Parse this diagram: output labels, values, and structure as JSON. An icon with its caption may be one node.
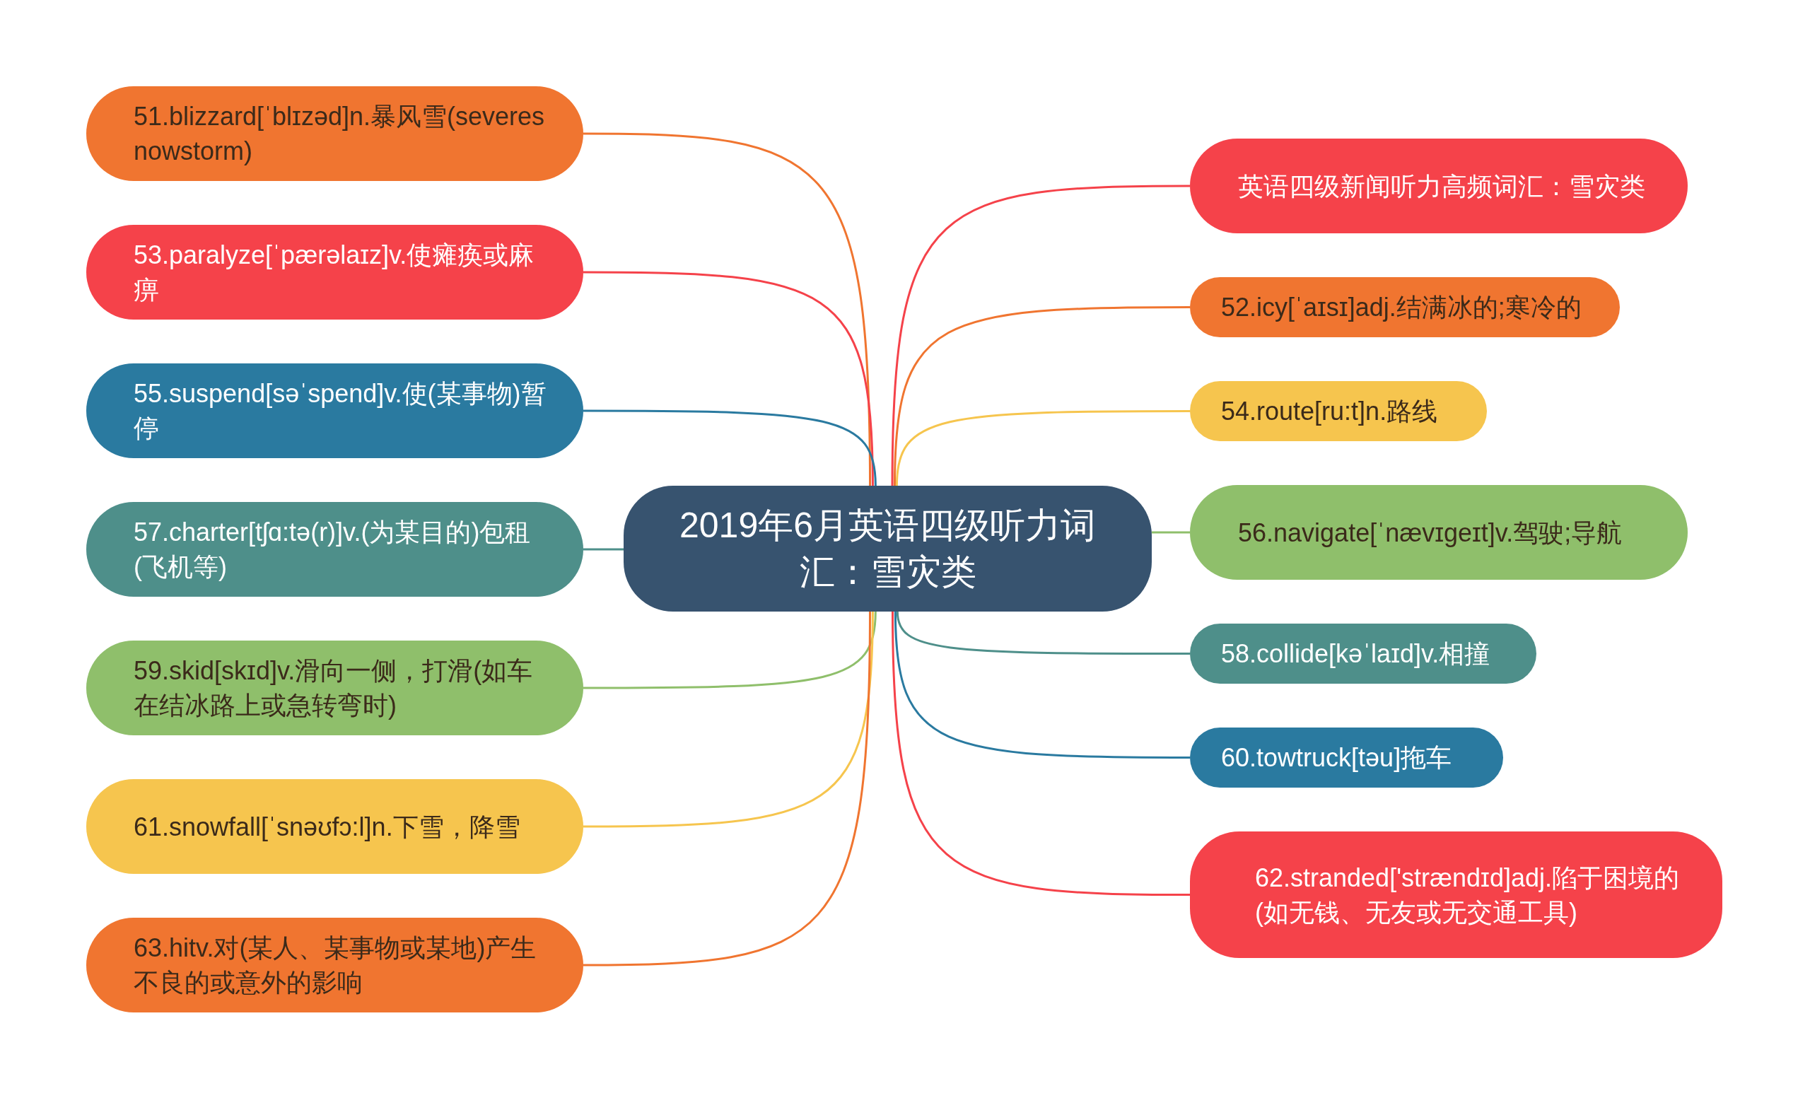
{
  "diagram": {
    "nodes": [
      {
        "text": [
          "2019年6月英语四级听力词汇：雪灾类"
        ]
      },
      {
        "text": [
          "英语四级新闻听力高频词汇：雪灾类"
        ]
      },
      {
        "text": [
          "51.blizzard[ˈblɪzəd]n.暴风雪(severesnowstorm)"
        ]
      },
      {
        "text": [
          "52.icy[ˈaɪsɪ]adj.结满冰的;寒冷的"
        ]
      },
      {
        "text": [
          "53.paralyze[ˈpærəlaɪz]v.使瘫痪或麻痹"
        ]
      },
      {
        "text": [
          "54.route[ru:t]n.路线"
        ]
      },
      {
        "text": [
          "55.suspend[səˈspend]v.使(某事物)暂停"
        ]
      },
      {
        "text": [
          "56.navigate[ˈnævɪgeɪt]v.驾驶;导航"
        ]
      },
      {
        "text": [
          "57.charter[tʃɑ:tə(r)]v.(为某目的)包租(飞机等)"
        ]
      },
      {
        "text": [
          "58.collide[kəˈlaɪd]v.相撞"
        ]
      },
      {
        "text": [
          "59.skid[skɪd]v.滑向一侧，打滑(如车在结冰路上或急转弯时)"
        ]
      },
      {
        "text": [
          "60.towtruck[təu]拖车"
        ]
      },
      {
        "text": [
          "61.snowfall[ˈsnəʊfɔ:l]n.下雪，降雪"
        ]
      },
      {
        "text": [
          "62.stranded['strændɪd]adj.陷于困境的(如无钱、无友或无交通工具)"
        ]
      },
      {
        "text": [
          "63.hitv.对(某人、某事物或某地)产生不良的或意外的影响"
        ]
      }
    ],
    "edges": [
      {
        "from": 0,
        "to": 1,
        "arrow": "none",
        "color": "#f5424a"
      },
      {
        "from": 0,
        "to": 2,
        "arrow": "none",
        "color": "#f07530"
      },
      {
        "from": 0,
        "to": 3,
        "arrow": "none",
        "color": "#f07530"
      },
      {
        "from": 0,
        "to": 4,
        "arrow": "none",
        "color": "#f5424a"
      },
      {
        "from": 0,
        "to": 5,
        "arrow": "none",
        "color": "#f6c54e"
      },
      {
        "from": 0,
        "to": 6,
        "arrow": "none",
        "color": "#2a7aa0"
      },
      {
        "from": 0,
        "to": 7,
        "arrow": "none",
        "color": "#8fbf6b"
      },
      {
        "from": 0,
        "to": 8,
        "arrow": "none",
        "color": "#4e8f8a"
      },
      {
        "from": 0,
        "to": 9,
        "arrow": "none",
        "color": "#4e8f8a"
      },
      {
        "from": 0,
        "to": 10,
        "arrow": "none",
        "color": "#8fbf6b"
      },
      {
        "from": 0,
        "to": 11,
        "arrow": "none",
        "color": "#2a7aa0"
      },
      {
        "from": 0,
        "to": 12,
        "arrow": "none",
        "color": "#f6c54e"
      },
      {
        "from": 0,
        "to": 13,
        "arrow": "none",
        "color": "#f5424a"
      },
      {
        "from": 0,
        "to": 14,
        "arrow": "none",
        "color": "#f07530"
      }
    ]
  }
}
